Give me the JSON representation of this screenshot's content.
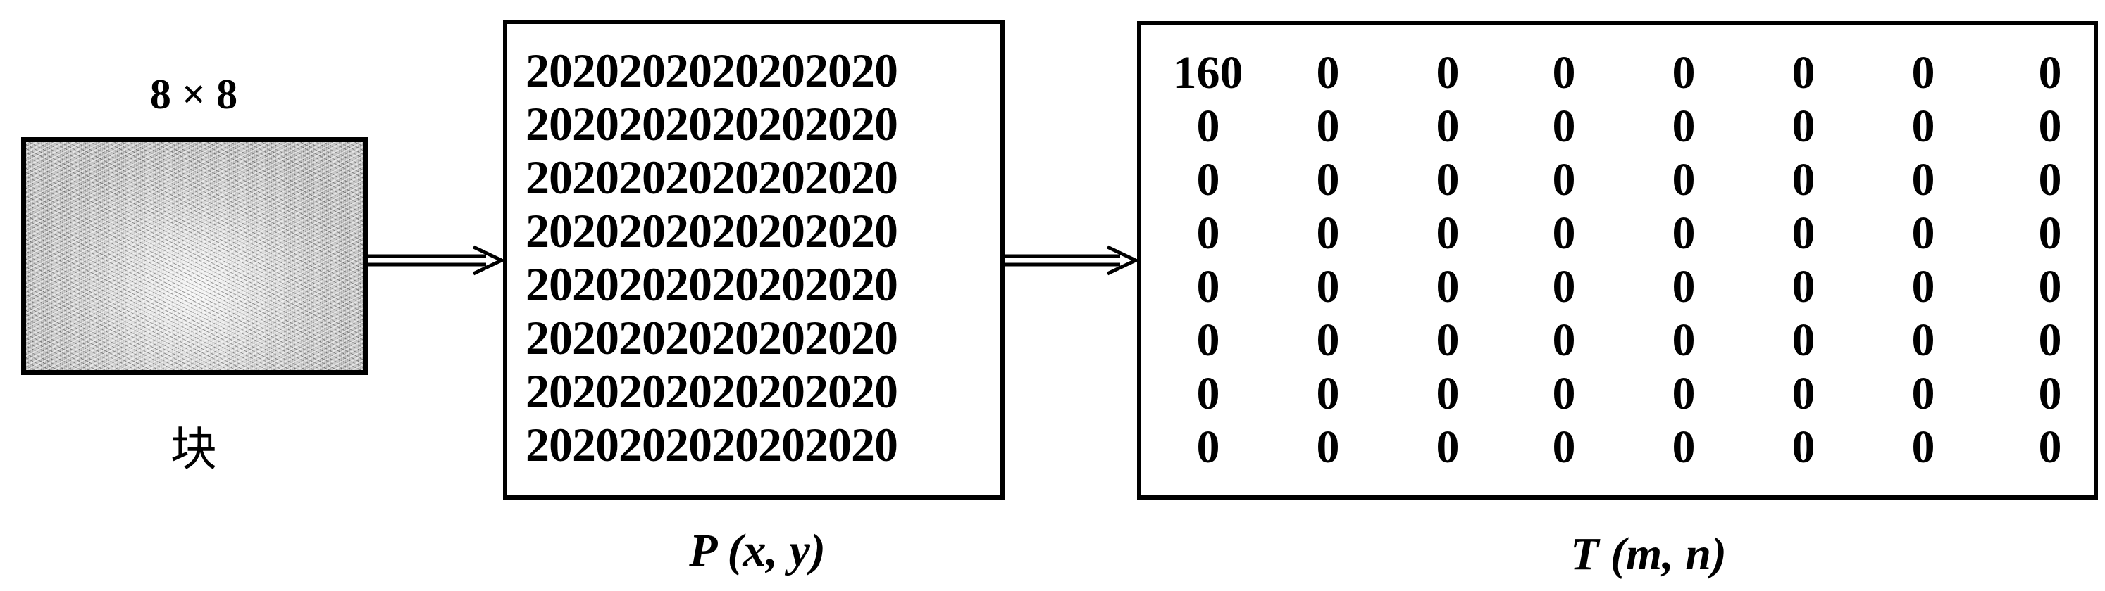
{
  "block": {
    "size_label": "8 × 8",
    "caption": "块"
  },
  "pixel_matrix": {
    "caption": "P (x, y)",
    "rows": [
      "2020202020202020",
      "2020202020202020",
      "2020202020202020",
      "2020202020202020",
      "2020202020202020",
      "2020202020202020",
      "2020202020202020",
      "2020202020202020"
    ]
  },
  "transform_matrix": {
    "caption": "T (m, n)",
    "rows": [
      [
        "160",
        "0",
        "0",
        "0",
        "0",
        "0",
        "0",
        "0"
      ],
      [
        "0",
        "0",
        "0",
        "0",
        "0",
        "0",
        "0",
        "0"
      ],
      [
        "0",
        "0",
        "0",
        "0",
        "0",
        "0",
        "0",
        "0"
      ],
      [
        "0",
        "0",
        "0",
        "0",
        "0",
        "0",
        "0",
        "0"
      ],
      [
        "0",
        "0",
        "0",
        "0",
        "0",
        "0",
        "0",
        "0"
      ],
      [
        "0",
        "0",
        "0",
        "0",
        "0",
        "0",
        "0",
        "0"
      ],
      [
        "0",
        "0",
        "0",
        "0",
        "0",
        "0",
        "0",
        "0"
      ],
      [
        "0",
        "0",
        "0",
        "0",
        "0",
        "0",
        "0",
        "0"
      ]
    ]
  }
}
